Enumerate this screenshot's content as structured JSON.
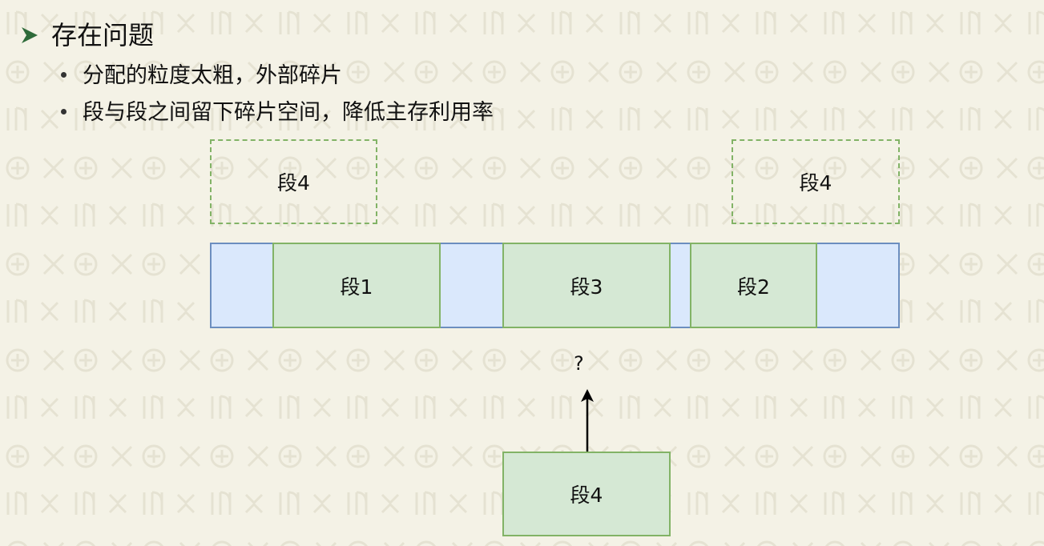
{
  "heading": {
    "title": "存在问题"
  },
  "bullets": [
    "分配的粒度太粗，外部碎片",
    "段与段之间留下碎片空间，降低主存利用率"
  ],
  "diagram": {
    "candidate_left": "段4",
    "candidate_right": "段4",
    "segments": [
      "段1",
      "段3",
      "段2"
    ],
    "question_mark": "?",
    "incoming_segment": "段4"
  },
  "colors": {
    "background": "#f4f2e6",
    "memory_free_fill": "#dae8fc",
    "memory_free_border": "#6c8ebf",
    "segment_fill": "#d5e8d4",
    "segment_border": "#82b366",
    "heading_arrow": "#2e6b3a"
  },
  "icons": {
    "heading_marker": "arrowhead-marker-icon",
    "up_arrow": "arrow-up-icon"
  }
}
